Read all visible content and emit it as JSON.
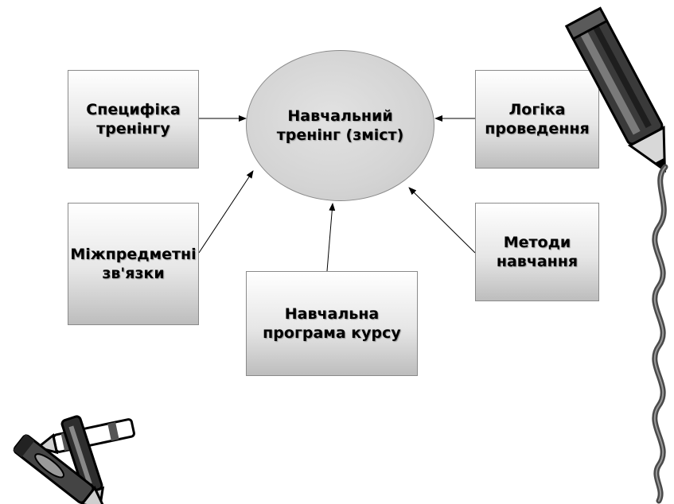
{
  "diagram": {
    "center": {
      "label": "Навчальний\nтренінг (зміст)"
    },
    "nodes": {
      "specifics": {
        "label": "Специфіка\nтренінгу"
      },
      "logic": {
        "label": "Логіка\nпроведення"
      },
      "interdisciplinary": {
        "label": "Міжпредметні\nзв'язки"
      },
      "methods": {
        "label": "Методи\nнавчання"
      },
      "curriculum": {
        "label": "Навчальна\nпрограма курсу"
      }
    },
    "edges": [
      {
        "from": "specifics",
        "to": "center"
      },
      {
        "from": "logic",
        "to": "center"
      },
      {
        "from": "interdisciplinary",
        "to": "center"
      },
      {
        "from": "methods",
        "to": "center"
      },
      {
        "from": "curriculum",
        "to": "center"
      }
    ]
  },
  "decorations": {
    "pencil_icon": "pencil-icon",
    "crayons_icon": "crayons-icon",
    "wavy_line": "wavy-border"
  }
}
